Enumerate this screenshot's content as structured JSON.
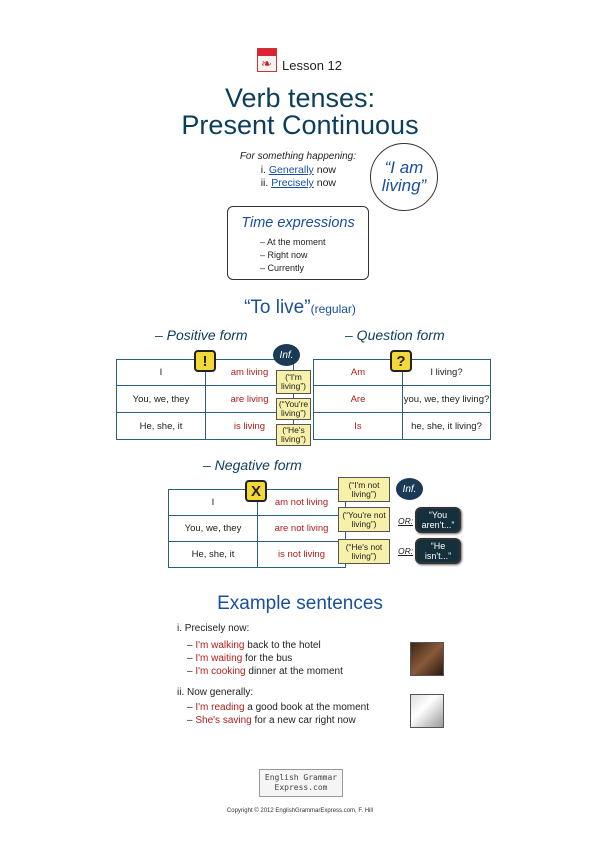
{
  "header": {
    "lesson": "Lesson 12",
    "title_line1": "Verb tenses:",
    "title_line2": "Present Continuous"
  },
  "usage": {
    "intro": "For something happening:",
    "items": [
      {
        "prefix": "i. ",
        "link": "Generally",
        "suffix": " now"
      },
      {
        "prefix": "ii. ",
        "link": "Precisely",
        "suffix": " now"
      }
    ],
    "quote": "“I am living”"
  },
  "time_expressions": {
    "title": "Time expressions",
    "items": [
      "– At the moment",
      "– Right now",
      "– Currently"
    ]
  },
  "to_live": {
    "verb": "“To live”",
    "note": "(regular)"
  },
  "positive": {
    "heading": "– Positive form",
    "symbol": "!",
    "inf_label": "Inf.",
    "rows": [
      {
        "subject": "I",
        "verb": "am living"
      },
      {
        "subject": "You, we, they",
        "verb": "are living"
      },
      {
        "subject": "He, she, it",
        "verb": "is living"
      }
    ],
    "contractions": [
      "(“I'm living”)",
      "(“You're living”)",
      "(“He's living”)"
    ]
  },
  "question": {
    "heading": "– Question form",
    "symbol": "?",
    "rows": [
      {
        "aux": "Am",
        "rest": "I living?"
      },
      {
        "aux": "Are",
        "rest": "you, we, they living?"
      },
      {
        "aux": "Is",
        "rest": "he, she, it living?"
      }
    ]
  },
  "negative": {
    "heading": "– Negative form",
    "symbol": "X",
    "inf_label": "Inf.",
    "rows": [
      {
        "subject": "I",
        "verb": "am not living"
      },
      {
        "subject": "You, we, they",
        "verb": "are not living"
      },
      {
        "subject": "He, she, it",
        "verb": "is not living"
      }
    ],
    "contractions": [
      "(“I'm not living”)",
      "(“You're not living”)",
      "(“He's not living”)"
    ],
    "or_label": "OR:",
    "alt_contractions": [
      "“You aren't...”",
      "“He isn't...”"
    ]
  },
  "examples": {
    "heading": "Example sentences",
    "groups": [
      {
        "label": "i. Precisely now:",
        "lines": [
          {
            "verb": "I'm walking",
            "rest": " back to the hotel"
          },
          {
            "verb": "I'm waiting",
            "rest": " for the bus"
          },
          {
            "verb": "I'm cooking",
            "rest": " dinner at the moment"
          }
        ]
      },
      {
        "label": "ii. Now generally:",
        "lines": [
          {
            "verb": "I'm reading",
            "rest": " a good book at the moment"
          },
          {
            "verb": "She's saving",
            "rest": " for a new car right now"
          }
        ]
      }
    ]
  },
  "footer": {
    "logo_text": "English Grammar Express.com",
    "copyright": "Copyright © 2012 EnglishGrammarExpress.com, F. Hill"
  },
  "colors": {
    "title": "#0b3d5c",
    "accent_blue": "#1a4fa0",
    "verb_red": "#b01e1e",
    "symbol_yellow": "#f3d83a",
    "note_yellow": "#f7f0a8",
    "dark_note": "#15303d"
  }
}
